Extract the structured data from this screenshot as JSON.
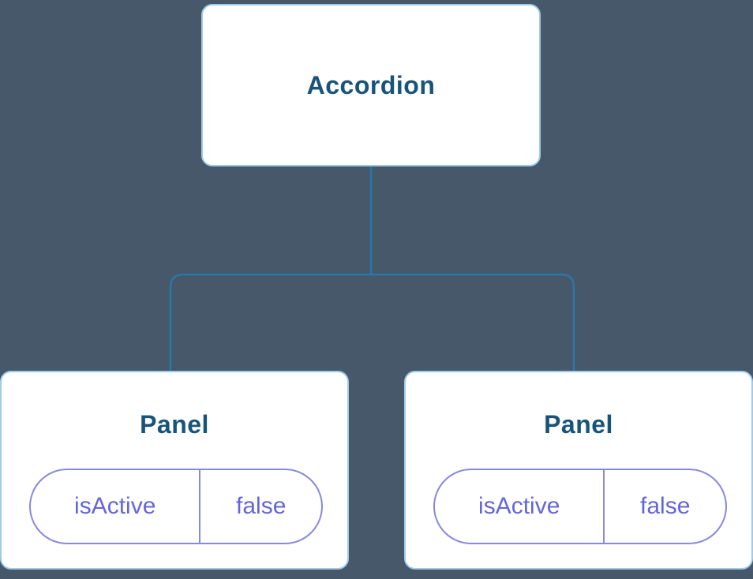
{
  "diagram": {
    "title": "component-state-tree",
    "root": {
      "label": "Accordion"
    },
    "children": [
      {
        "label": "Panel",
        "state": {
          "key": "isActive",
          "value": "false"
        }
      },
      {
        "label": "Panel",
        "state": {
          "key": "isActive",
          "value": "false"
        }
      }
    ],
    "colors": {
      "background": "#46586A",
      "node_fill": "#FFFFFF",
      "node_border": "#9FCCEB",
      "node_text": "#18547A",
      "connector": "#2878A8",
      "state_border": "#8888E0",
      "state_text": "#6565DB"
    }
  }
}
